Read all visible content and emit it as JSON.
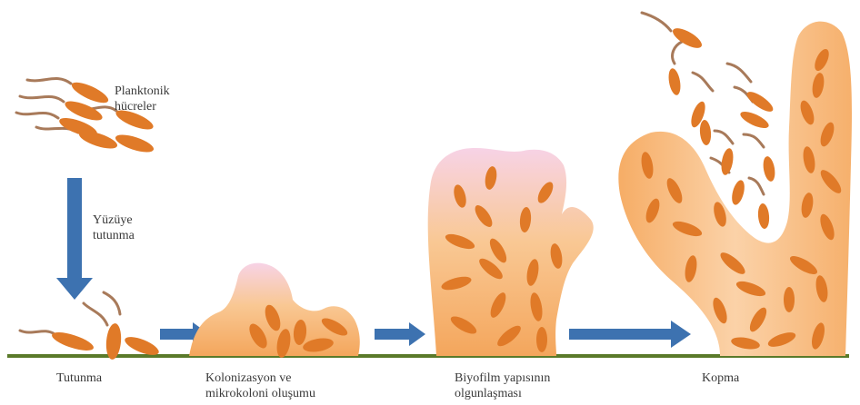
{
  "labels": {
    "planktonic_line1": "Planktonik",
    "planktonic_line2": "hücreler",
    "surface_line1": "Yüzüye",
    "surface_line2": "tutunma",
    "stage1": "Tutunma",
    "stage2_line1": "Kolonizasyon ve",
    "stage2_line2": "mikrokoloni oluşumu",
    "stage3_line1": "Biyofilm yapısının",
    "stage3_line2": "olgunlaşması",
    "stage4": "Kopma"
  },
  "colors": {
    "cell": "#e07a28",
    "flagellum": "#a87a5a",
    "arrow": "#3d72b0",
    "ground": "#5a7a2a",
    "matrix_dark": "#f4a860",
    "matrix_light": "#fbd9b4",
    "matrix_top": "#f6cde0"
  }
}
